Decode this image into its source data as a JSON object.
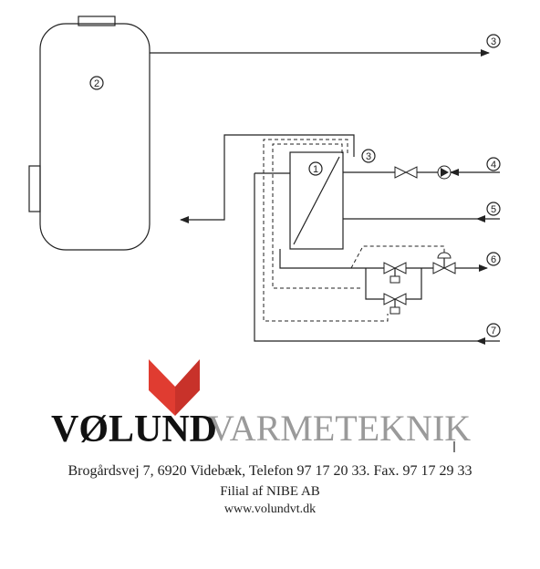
{
  "diagram": {
    "callouts": {
      "heat_exchanger": "1",
      "tank": "2",
      "outlet_top": "3",
      "exchanger_top": "3",
      "line_4": "4",
      "line_5": "5",
      "line_6": "6",
      "line_7": "7"
    }
  },
  "brand": {
    "name_primary": "VØLUND",
    "name_secondary": "VARMETEKNIK",
    "logo_color": "#e03c31"
  },
  "footer": {
    "address": "Brogårdsvej  7, 6920 Videbæk,  Telefon 97 17 20 33. Fax.  97 17 29 33",
    "filial": "Filial af NIBE  AB",
    "website": "www.volundvt.dk"
  }
}
